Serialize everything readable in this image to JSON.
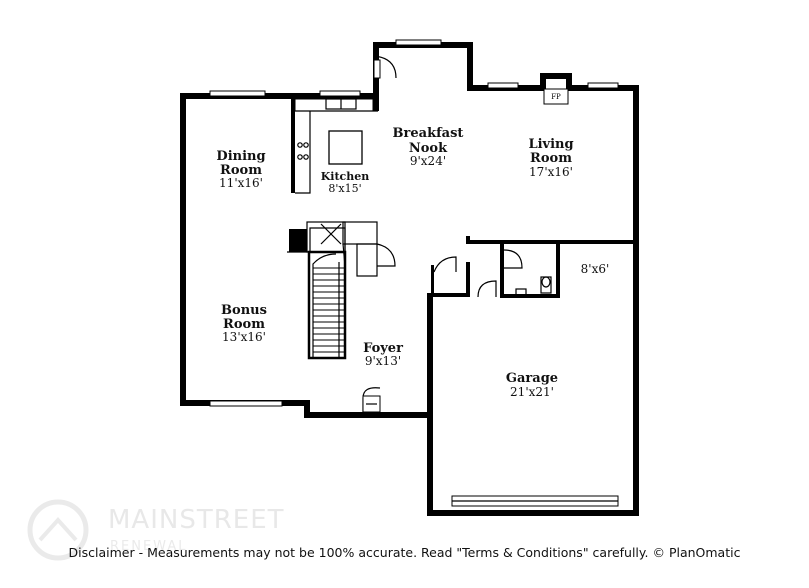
{
  "rooms": {
    "breakfast": {
      "name_line1": "Breakfast",
      "name_line2": "Nook",
      "size": "9'x24'"
    },
    "living": {
      "name_line1": "Living",
      "name_line2": "Room",
      "size": "17'x16'"
    },
    "dining": {
      "name_line1": "Dining",
      "name_line2": "Room",
      "size": "11'x16'"
    },
    "kitchen": {
      "name": "Kitchen",
      "size": "8'x15'"
    },
    "bonus": {
      "name_line1": "Bonus",
      "name_line2": "Room",
      "size": "13'x16'"
    },
    "foyer": {
      "name": "Foyer",
      "size": "9'x13'"
    },
    "utility": {
      "size": "8'x6'"
    },
    "garage": {
      "name": "Garage",
      "size": "21'x21'"
    }
  },
  "fireplace_label": "FP",
  "logo": {
    "name": "MAINSTREET",
    "sub": "RENEWAL"
  },
  "disclaimer": "Disclaimer - Measurements may not be 100% accurate. Read \"Terms & Conditions\" carefully. © PlanOmatic"
}
